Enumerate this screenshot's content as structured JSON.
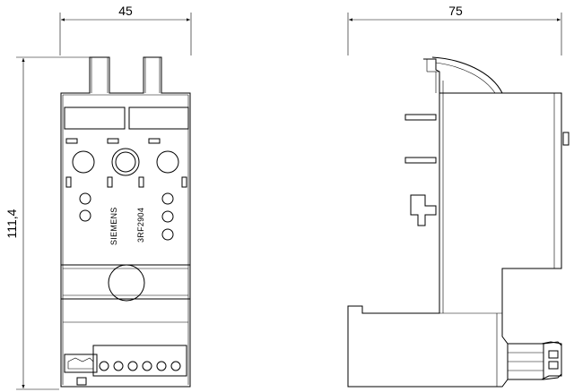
{
  "dimensions": {
    "front_width": "45",
    "side_width": "75",
    "height": "111,4"
  },
  "labels": {
    "brand": "SIEMENS",
    "model": "3RF2904"
  }
}
